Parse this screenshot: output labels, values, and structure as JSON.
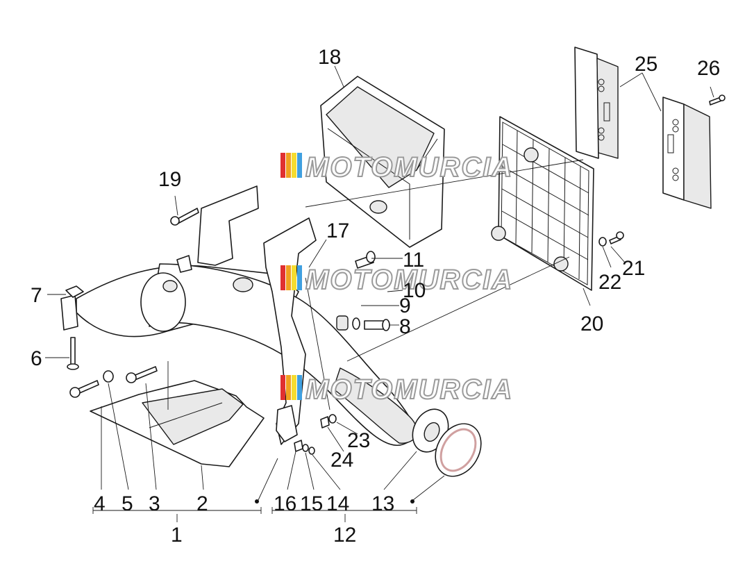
{
  "diagram": {
    "watermark": "MOTOMURCIA",
    "watermark_colors": [
      "#e03030",
      "#f0a020",
      "#f5dc30",
      "#40a0e0"
    ],
    "callouts": [
      "1",
      "2",
      "3",
      "4",
      "5",
      "6",
      "7",
      "8",
      "9",
      "10",
      "11",
      "12",
      "13",
      "14",
      "15",
      "16",
      "17",
      "18",
      "19",
      "20",
      "21",
      "22",
      "23",
      "24",
      "25",
      "26"
    ]
  }
}
